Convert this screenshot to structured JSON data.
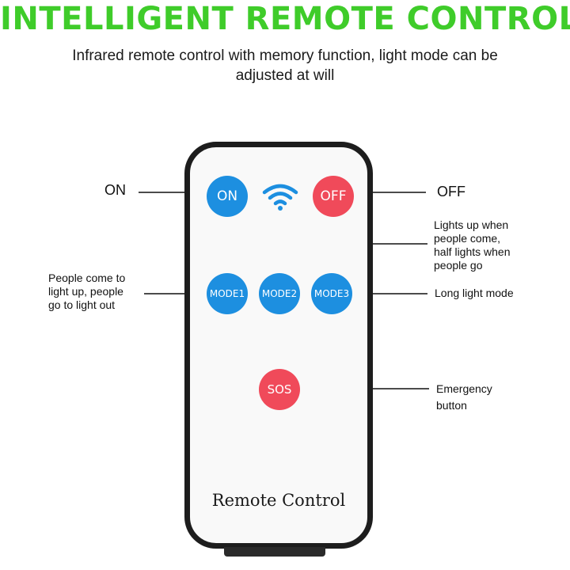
{
  "title": "INTELLIGENT REMOTE CONTROL",
  "subtitle": "Infrared remote control with memory function, light mode can be adjusted at will",
  "remote_label": "Remote Control",
  "buttons": {
    "on": "ON",
    "off": "OFF",
    "mode1": "MODE1",
    "mode2": "MODE2",
    "mode3": "MODE3",
    "sos": "SOS"
  },
  "annotations": {
    "on": "ON",
    "off": "OFF",
    "mode1": "People come to\nlight up, people\ngo to light out",
    "mode2": "Lights up when\npeople come,\nhalf lights when\npeople go",
    "mode3": "Long light mode",
    "sos": "Emergency\nbutton"
  },
  "icons": {
    "signal": "wifi-signal-icon"
  },
  "colors": {
    "title": "#3fcc2a",
    "blue_button": "#1d8fe0",
    "red_button": "#f04a5a",
    "wifi": "#1d8fe0"
  }
}
